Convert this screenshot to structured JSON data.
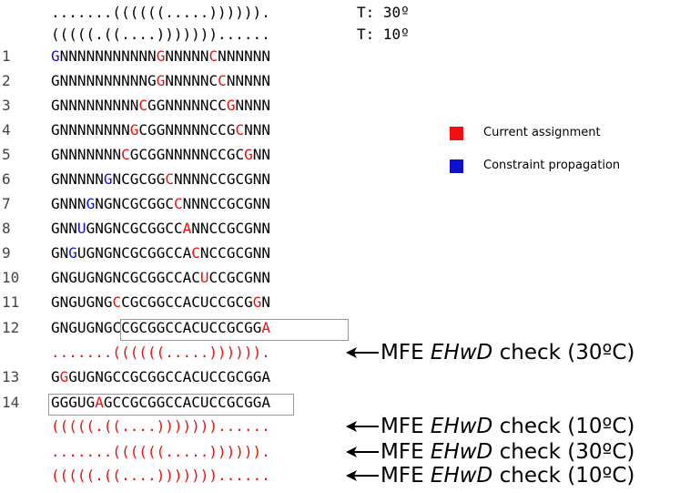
{
  "header": [
    {
      "structure": ".......((((((.....)))))).",
      "temp_label": "T: 30º"
    },
    {
      "structure": "(((((.((....)))))))......",
      "temp_label": "T: 10º"
    }
  ],
  "rows": [
    {
      "num": "1",
      "seq": "GNNNNNNNNNNNGNNNNNCNNNNNN",
      "colors": {
        "0": "b",
        "12": "r",
        "18": "r"
      }
    },
    {
      "num": "2",
      "seq": "GNNNNNNNNNNGGNNNNNCCNNNNN",
      "colors": {
        "12": "r",
        "19": "r"
      }
    },
    {
      "num": "3",
      "seq": "GNNNNNNNNNCGGNNNNNCCGNNNN",
      "colors": {
        "10": "r",
        "20": "r"
      }
    },
    {
      "num": "4",
      "seq": "GNNNNNNNNGCGGNNNNNCCGCNNN",
      "colors": {
        "9": "r",
        "21": "r"
      }
    },
    {
      "num": "5",
      "seq": "GNNNNNNNCGCGGNNNNNCCGCGNN",
      "colors": {
        "8": "r",
        "22": "r"
      }
    },
    {
      "num": "6",
      "seq": "GNNNNNGNCGCGGCNNNNCCGCGNN",
      "colors": {
        "6": "b",
        "13": "r"
      }
    },
    {
      "num": "7",
      "seq": "GNNNGNGNCGCGGCCNNNCCGCGNN",
      "colors": {
        "4": "b",
        "14": "r"
      }
    },
    {
      "num": "8",
      "seq": "GNNUGNGNCGCGGCCANNCCGCGNN",
      "colors": {
        "3": "b",
        "15": "r"
      }
    },
    {
      "num": "9",
      "seq": "GNGUGNGNCGCGGCCACNCCGCGNN",
      "colors": {
        "2": "b",
        "16": "r"
      }
    },
    {
      "num": "10",
      "seq": "GNGUGNGNCGCGGCCACUCCGCGNN",
      "colors": {
        "17": "r"
      }
    },
    {
      "num": "11",
      "seq": "GNGUGNGCCGCGGCCACUCCGCGGN",
      "colors": {
        "7": "r",
        "23": "r"
      }
    },
    {
      "num": "12",
      "seq": "GNGUGNGCCGCGGCCACUCCGCGGA",
      "colors": {
        "24": "r"
      }
    },
    {
      "num": "13",
      "seq": "GGGUGNGCCGCGGCCACUCCGCGGA",
      "colors": {
        "1": "r"
      }
    },
    {
      "num": "14",
      "seq": "GGGUGAGCCGCGGCCACUCCGCGGA",
      "colors": {
        "5": "r"
      }
    }
  ],
  "mfe_checks": [
    {
      "structure": ".......((((((.....)))))).",
      "label_pre": "MFE ",
      "label_em": "EHwD",
      "label_post": " check (30ºC)"
    },
    {
      "structure": "(((((.((....)))))))......",
      "label_pre": "MFE ",
      "label_em": "EHwD",
      "label_post": " check (10ºC)"
    },
    {
      "structure": ".......((((((.....)))))).",
      "label_pre": "MFE ",
      "label_em": "EHwD",
      "label_post": " check (30ºC)"
    },
    {
      "structure": "(((((.((....)))))))......",
      "label_pre": "MFE ",
      "label_em": "EHwD",
      "label_post": " check (10ºC)"
    }
  ],
  "legend": [
    {
      "label": "Current assignment",
      "color": "#f01010"
    },
    {
      "label": "Constraint propagation",
      "color": "#1010d0"
    }
  ]
}
